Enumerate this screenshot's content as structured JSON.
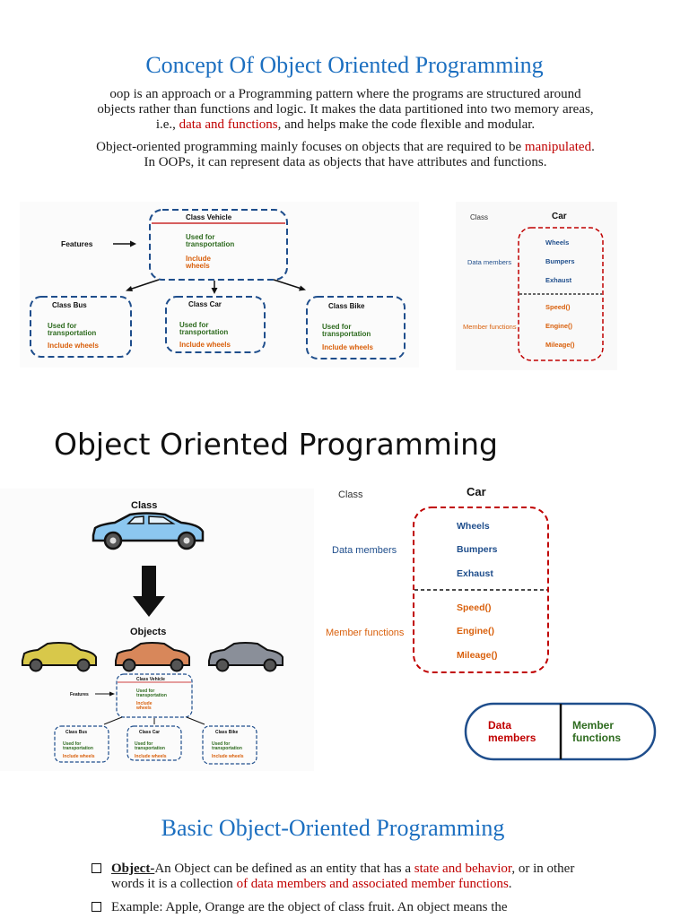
{
  "section1": {
    "title": "Concept Of Object Oriented Programming",
    "para1": {
      "before": "oop is an approach or a Programming pattern where the programs are structured around objects rather than functions and logic. It makes the data partitioned into two memory areas, i.e., ",
      "highlight": "data and functions",
      "after": ", and helps make the code flexible and modular."
    },
    "para2": {
      "before": "Object-oriented programming mainly focuses on objects that are required to be ",
      "highlight": "manipulated",
      "after": ". In OOPs, it can represent data as objects that have attributes and functions."
    }
  },
  "hierarchy_diagram": {
    "features": "Features",
    "parent": {
      "title": "Class Vehicle",
      "line1": "Used for",
      "line2": "transportation",
      "line3": "Include",
      "line4": "wheels"
    },
    "children": [
      {
        "title": "Class Bus",
        "line1": "Used for",
        "line2": "transportation",
        "line3": "Include wheels"
      },
      {
        "title": "Class Car",
        "line1": "Used for",
        "line2": "transportation",
        "line3": "Include wheels"
      },
      {
        "title": "Class Bike",
        "line1": "Used for",
        "line2": "transportation",
        "line3": "Include wheels"
      }
    ]
  },
  "class_car_diagram": {
    "class_label": "Class",
    "class_name": "Car",
    "data_members_label": "Data members",
    "member_functions_label": "Member functions",
    "data_members": [
      "Wheels",
      "Bumpers",
      "Exhaust"
    ],
    "member_functions": [
      "Speed()",
      "Engine()",
      "Mileage()"
    ]
  },
  "section2": {
    "title": "Object Oriented Programming",
    "class_label": "Class",
    "objects_label": "Objects",
    "capsule": {
      "left_line1": "Data",
      "left_line2": "members",
      "right_line1": "Member",
      "right_line2": "functions"
    }
  },
  "section3": {
    "title": "Basic Object-Oriented Programming",
    "bullet1": {
      "term": "Object-",
      "before": "An  Object can be defined as an entity that has a ",
      "hl1": "state and behavior",
      "mid": ", or in other words it is a collection ",
      "hl2": "of data members and associated member functions",
      "after": "."
    },
    "bullet2": {
      "text": "Example: Apple, Orange are the object of class fruit. An object means the"
    }
  },
  "colors": {
    "title_blue": "#1c6fc0",
    "highlight_red": "#c00000",
    "diagram_blue": "#1f4e8c",
    "diagram_green": "#2e6b1f",
    "diagram_orange": "#d9600c",
    "car_blue": "#8cc7f0",
    "car_yellow": "#d8c84a",
    "car_orange": "#d8875a",
    "car_gray": "#8a8f99"
  }
}
